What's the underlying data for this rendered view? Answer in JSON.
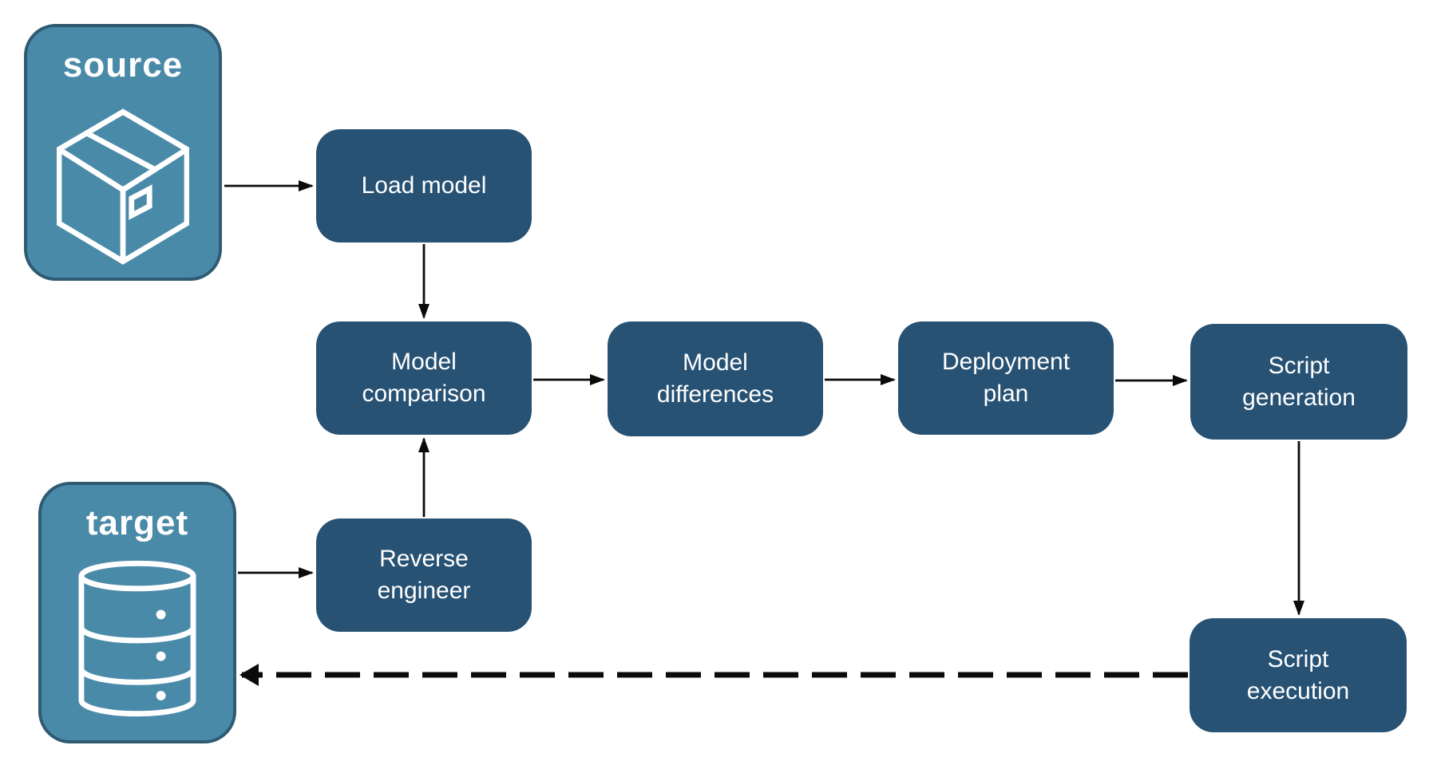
{
  "diagram": {
    "colors": {
      "terminal_fill": "#4A8AA9",
      "terminal_border": "#2F5B72",
      "process_fill": "#275274",
      "label": "#FFFFFF",
      "arrow": "#0B0B0B",
      "background": "#FFFFFF"
    },
    "terminals": {
      "source": {
        "label": "source",
        "icon": "package-icon"
      },
      "target": {
        "label": "target",
        "icon": "database-icon"
      }
    },
    "nodes": {
      "load_model": {
        "label": "Load model"
      },
      "model_comparison": {
        "label": "Model comparison"
      },
      "model_differences": {
        "label": "Model differences"
      },
      "deployment_plan": {
        "label": "Deployment plan"
      },
      "script_generation": {
        "label": "Script generation"
      },
      "reverse_engineer": {
        "label": "Reverse engineer"
      },
      "script_execution": {
        "label": "Script execution"
      }
    },
    "edges": [
      {
        "from": "source",
        "to": "load_model",
        "style": "solid"
      },
      {
        "from": "load_model",
        "to": "model_comparison",
        "style": "solid"
      },
      {
        "from": "model_comparison",
        "to": "model_differences",
        "style": "solid"
      },
      {
        "from": "model_differences",
        "to": "deployment_plan",
        "style": "solid"
      },
      {
        "from": "deployment_plan",
        "to": "script_generation",
        "style": "solid"
      },
      {
        "from": "target",
        "to": "reverse_engineer",
        "style": "solid"
      },
      {
        "from": "reverse_engineer",
        "to": "model_comparison",
        "style": "solid"
      },
      {
        "from": "script_generation",
        "to": "script_execution",
        "style": "solid"
      },
      {
        "from": "script_execution",
        "to": "target",
        "style": "dashed"
      }
    ]
  }
}
